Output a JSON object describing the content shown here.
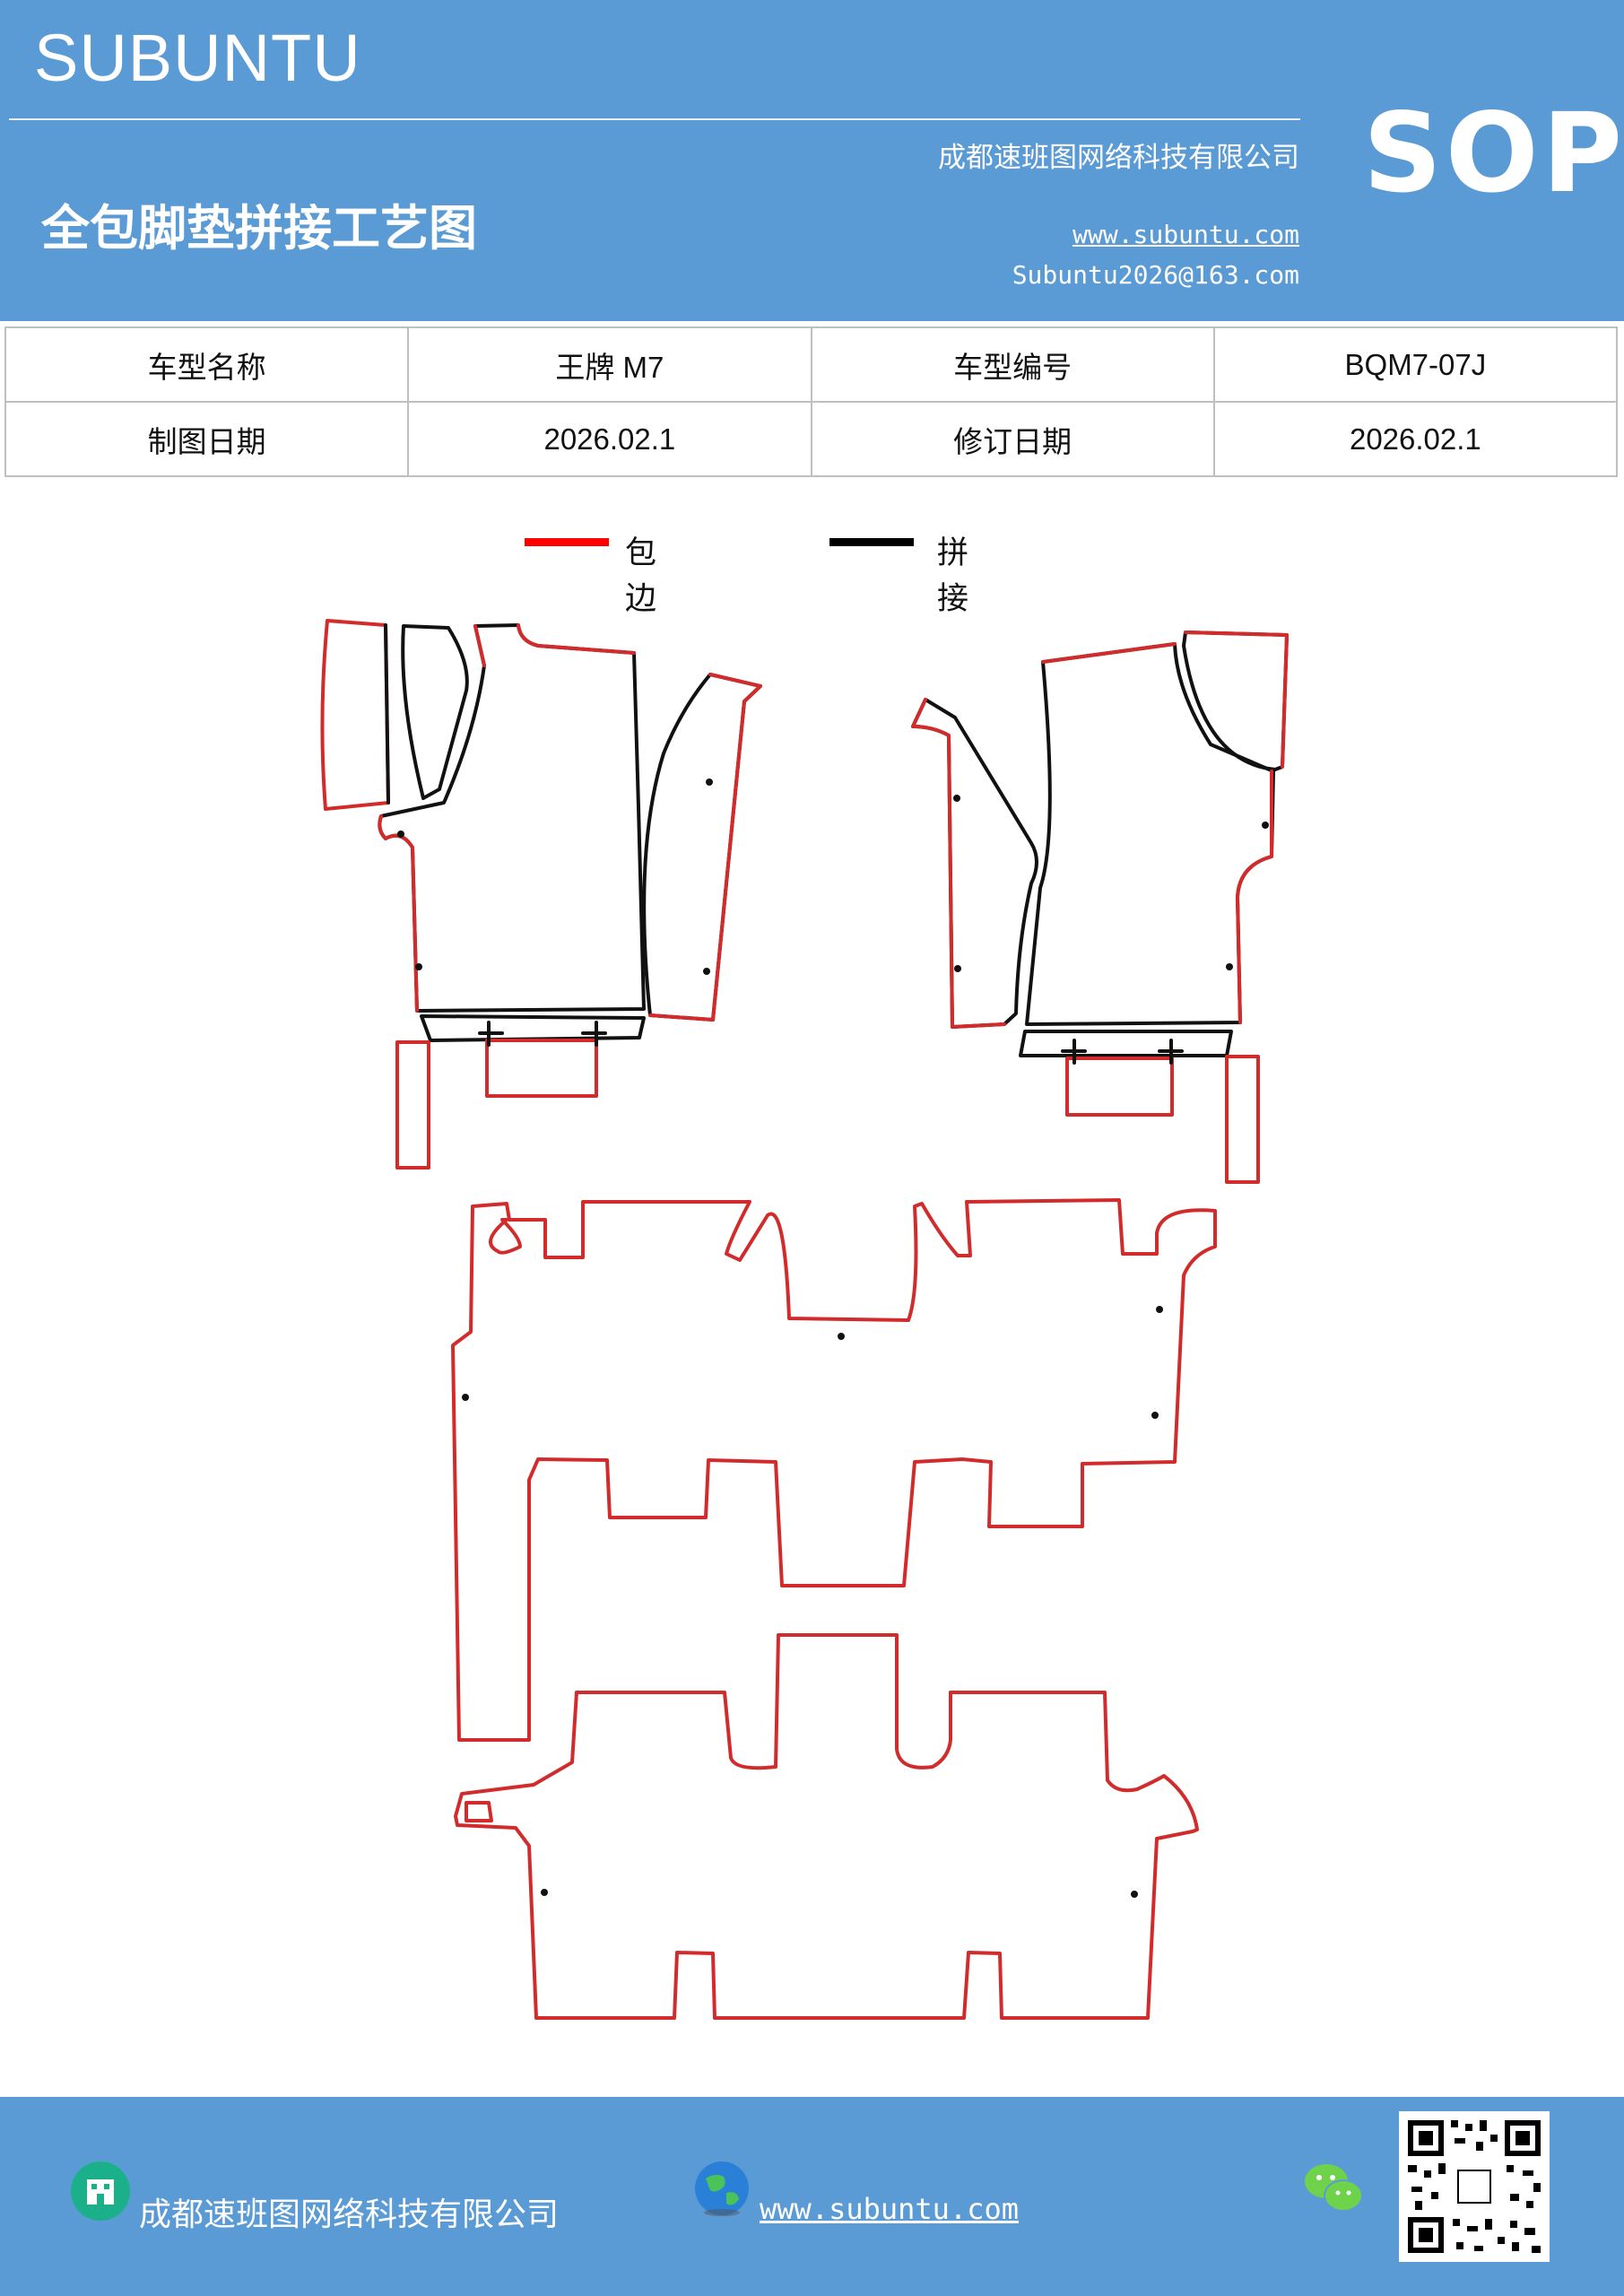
{
  "header": {
    "brand": "SUBUNTU",
    "sop": "SOP",
    "title": "全包脚垫拼接工艺图",
    "company": "成都速班图网络科技有限公司",
    "website": "www.subuntu.com",
    "email": "Subuntu2026@163.com"
  },
  "info_table": {
    "model_name_label": "车型名称",
    "model_name_value": "王牌 M7",
    "model_code_label": "车型编号",
    "model_code_value": "BQM7-07J",
    "draw_date_label": "制图日期",
    "draw_date_value": "2026.02.1",
    "revise_date_label": "修订日期",
    "revise_date_value": "2026.02.1"
  },
  "legend": {
    "items": [
      {
        "label": "包边",
        "color": "#ff0000"
      },
      {
        "label": "拼接",
        "color": "#000000"
      }
    ]
  },
  "colors": {
    "header_bg": "#5b9bd5",
    "edge_red": "#d22b2b",
    "splice_black": "#111111"
  },
  "footer": {
    "company": "成都速班图网络科技有限公司",
    "website": "www.subuntu.com",
    "icons": [
      "building-icon",
      "globe-icon",
      "wechat-icon",
      "qr-code"
    ]
  }
}
